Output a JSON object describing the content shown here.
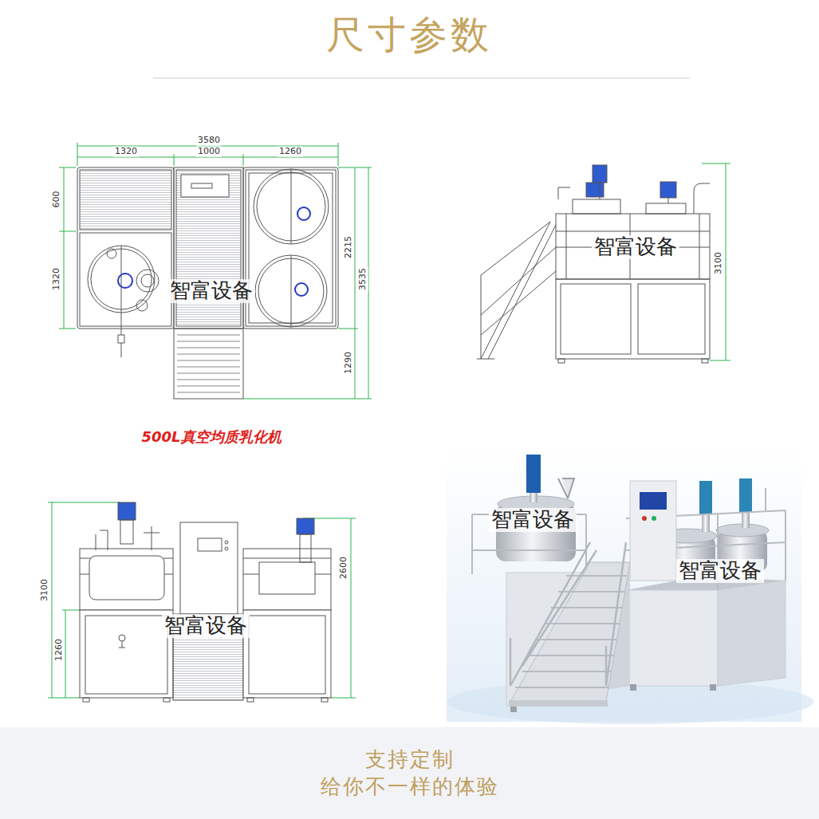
{
  "diagram": {
    "title": "尺寸参数",
    "caption": "500L真空均质乳化机",
    "nodes": [
      {
        "text": [
          "支持定制",
          "给你不一样的体验"
        ]
      }
    ],
    "labels": [
      "3580",
      "1320",
      "1000",
      "1260",
      "600",
      "1320",
      "2215",
      "3535",
      "1290",
      "智富设备",
      "3100",
      "智富设备",
      "3100",
      "1260",
      "2600",
      "智富设备",
      "智富设备",
      "智富设备"
    ]
  }
}
